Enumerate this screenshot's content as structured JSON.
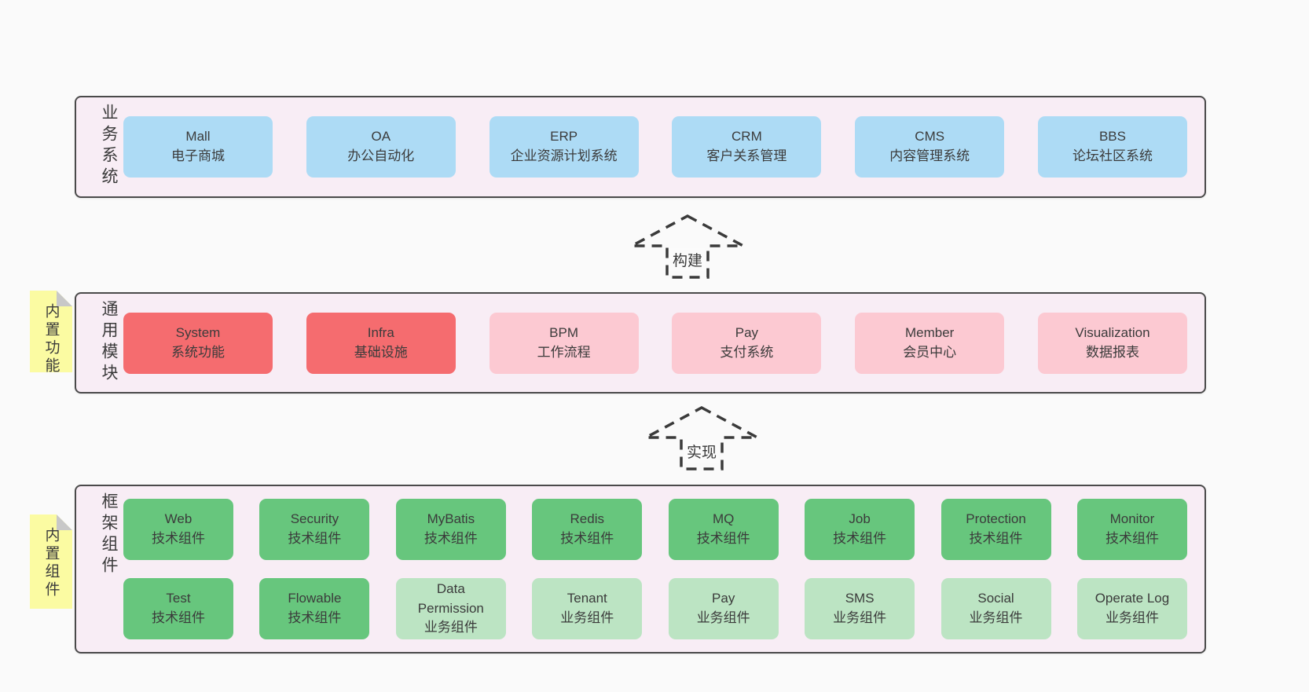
{
  "colors": {
    "page_bg": "#fafafa",
    "panel_bg": "#f8edf5",
    "panel_border": "#4a4a4a",
    "blue": "#addbf5",
    "red": "#f56c6f",
    "pink": "#fcc9d2",
    "green": "#67c67d",
    "light_green": "#bce4c3",
    "sticky_yellow": "#fbfba2",
    "fold_gray": "#c8c8c8",
    "text": "#3b3b3b"
  },
  "arrows": {
    "build": "构建",
    "implement": "实现"
  },
  "sections": {
    "business": {
      "label": "业务系统",
      "items": [
        {
          "name": "Mall",
          "desc": "电子商城"
        },
        {
          "name": "OA",
          "desc": "办公自动化"
        },
        {
          "name": "ERP",
          "desc": "企业资源计划系统"
        },
        {
          "name": "CRM",
          "desc": "客户关系管理"
        },
        {
          "name": "CMS",
          "desc": "内容管理系统"
        },
        {
          "name": "BBS",
          "desc": "论坛社区系统"
        }
      ]
    },
    "modules": {
      "label": "通用模块",
      "sticky": "内置功能",
      "items": [
        {
          "name": "System",
          "desc": "系统功能",
          "variant": "red"
        },
        {
          "name": "Infra",
          "desc": "基础设施",
          "variant": "red"
        },
        {
          "name": "BPM",
          "desc": "工作流程",
          "variant": "pink"
        },
        {
          "name": "Pay",
          "desc": "支付系统",
          "variant": "pink"
        },
        {
          "name": "Member",
          "desc": "会员中心",
          "variant": "pink"
        },
        {
          "name": "Visualization",
          "desc": "数据报表",
          "variant": "pink"
        }
      ]
    },
    "framework": {
      "label": "框架组件",
      "sticky": "内置组件",
      "row1": [
        {
          "name": "Web",
          "desc": "技术组件",
          "variant": "green"
        },
        {
          "name": "Security",
          "desc": "技术组件",
          "variant": "green"
        },
        {
          "name": "MyBatis",
          "desc": "技术组件",
          "variant": "green"
        },
        {
          "name": "Redis",
          "desc": "技术组件",
          "variant": "green"
        },
        {
          "name": "MQ",
          "desc": "技术组件",
          "variant": "green"
        },
        {
          "name": "Job",
          "desc": "技术组件",
          "variant": "green"
        },
        {
          "name": "Protection",
          "desc": "技术组件",
          "variant": "green"
        },
        {
          "name": "Monitor",
          "desc": "技术组件",
          "variant": "green"
        }
      ],
      "row2": [
        {
          "name": "Test",
          "desc": "技术组件",
          "variant": "green"
        },
        {
          "name": "Flowable",
          "desc": "技术组件",
          "variant": "green"
        },
        {
          "name": "Data Permission",
          "desc": "业务组件",
          "variant": "light-green"
        },
        {
          "name": "Tenant",
          "desc": "业务组件",
          "variant": "light-green"
        },
        {
          "name": "Pay",
          "desc": "业务组件",
          "variant": "light-green"
        },
        {
          "name": "SMS",
          "desc": "业务组件",
          "variant": "light-green"
        },
        {
          "name": "Social",
          "desc": "业务组件",
          "variant": "light-green"
        },
        {
          "name": "Operate Log",
          "desc": "业务组件",
          "variant": "light-green"
        }
      ]
    }
  }
}
